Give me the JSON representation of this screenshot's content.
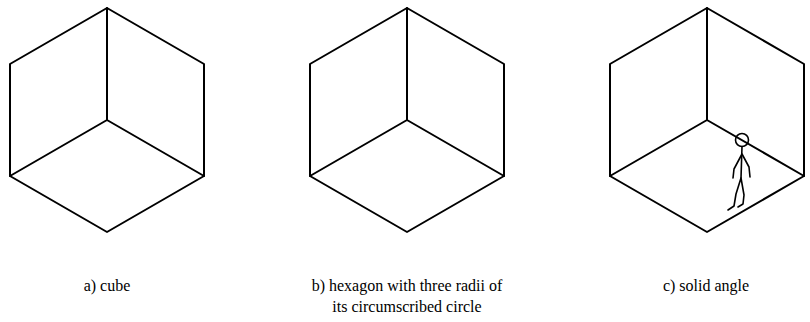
{
  "diagram": {
    "labels": [
      "a) cube",
      "b) hexagon with three radii of its circumscribed circle",
      "c) solid angle"
    ]
  }
}
